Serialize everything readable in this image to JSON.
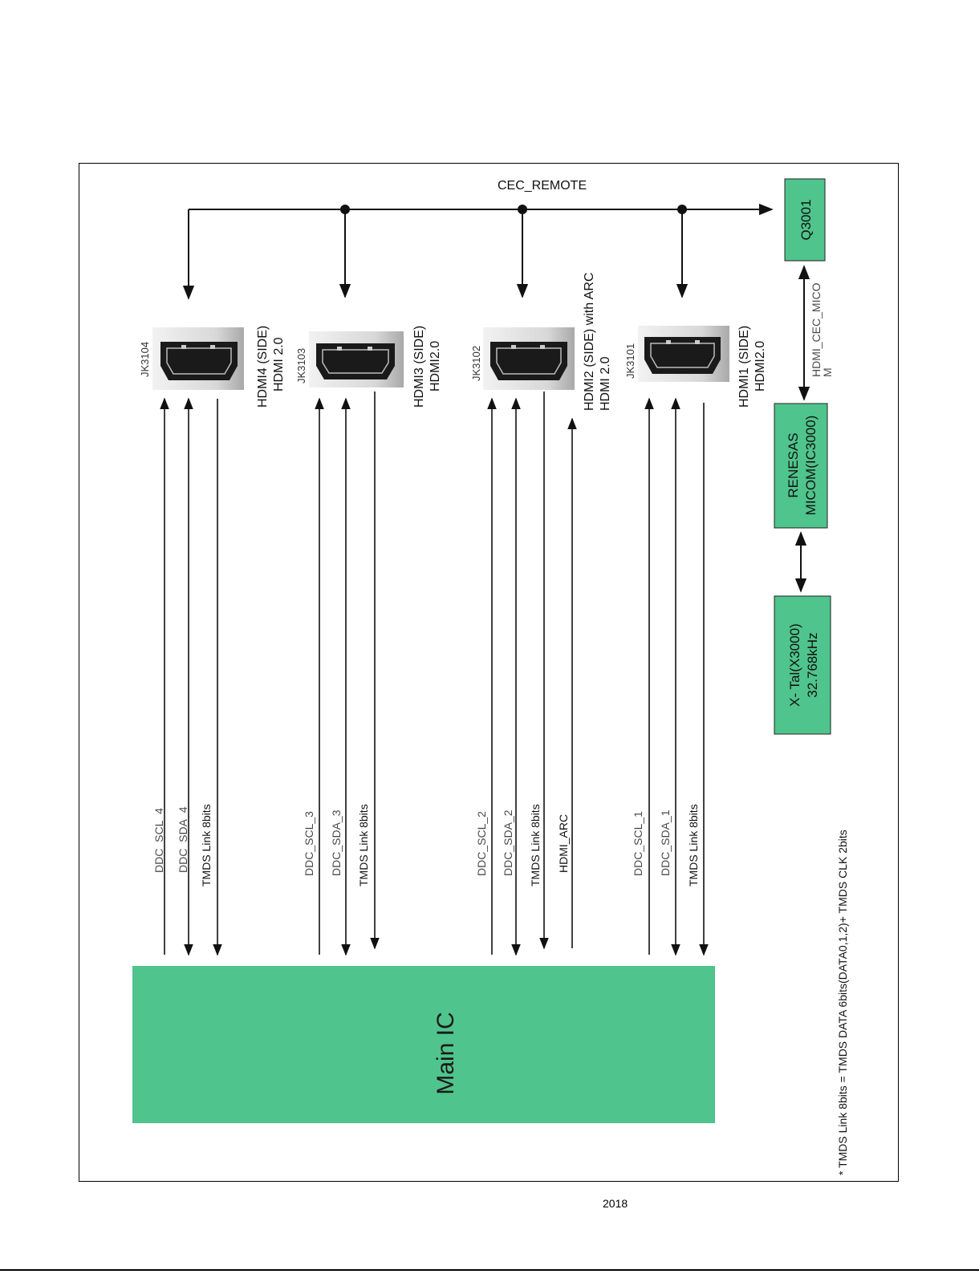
{
  "cec_label": "CEC_REMOTE",
  "q3001": "Q3001",
  "micom": {
    "line1": "RENESAS",
    "line2": "MICOM(IC3000)"
  },
  "xtal": {
    "line1": "X- Tal(X3000)",
    "line2": "32.768kHz"
  },
  "cec_micom": {
    "line1": "HDMI_CEC_MICO",
    "line2": "M"
  },
  "main_ic": "Main IC",
  "footnote": "* TMDS Link 8bits = TMDS DATA 6bits(DATA0,1,2)+ TMDS CLK 2bits",
  "year": "2018",
  "colors": {
    "box_fill": "#4fc48c",
    "line": "#111111"
  },
  "ports": [
    {
      "jk": "JK3104",
      "name1": "HDMI4 (SIDE)",
      "name2": "HDMI 2.0",
      "signals": [
        "DDC_SCL_4",
        "DDC_SDA_4",
        "TMDS Link 8bits"
      ]
    },
    {
      "jk": "JK3103",
      "name1": "HDMI3 (SIDE)",
      "name2": "HDMI2.0",
      "signals": [
        "DDC_SCL_3",
        "DDC_SDA_3",
        "TMDS Link 8bits"
      ]
    },
    {
      "jk": "JK3102",
      "name1": "HDMI2 (SIDE)  with  ARC",
      "name2": "HDMI 2.0",
      "signals": [
        "DDC_SCL_2",
        "DDC_SDA_2",
        "TMDS Link 8bits",
        "HDMI_ARC"
      ]
    },
    {
      "jk": "JK3101",
      "name1": "HDMI1 (SIDE)",
      "name2": "HDMI2.0",
      "signals": [
        "DDC_SCL_1",
        "DDC_SDA_1",
        "TMDS Link 8bits"
      ]
    }
  ]
}
